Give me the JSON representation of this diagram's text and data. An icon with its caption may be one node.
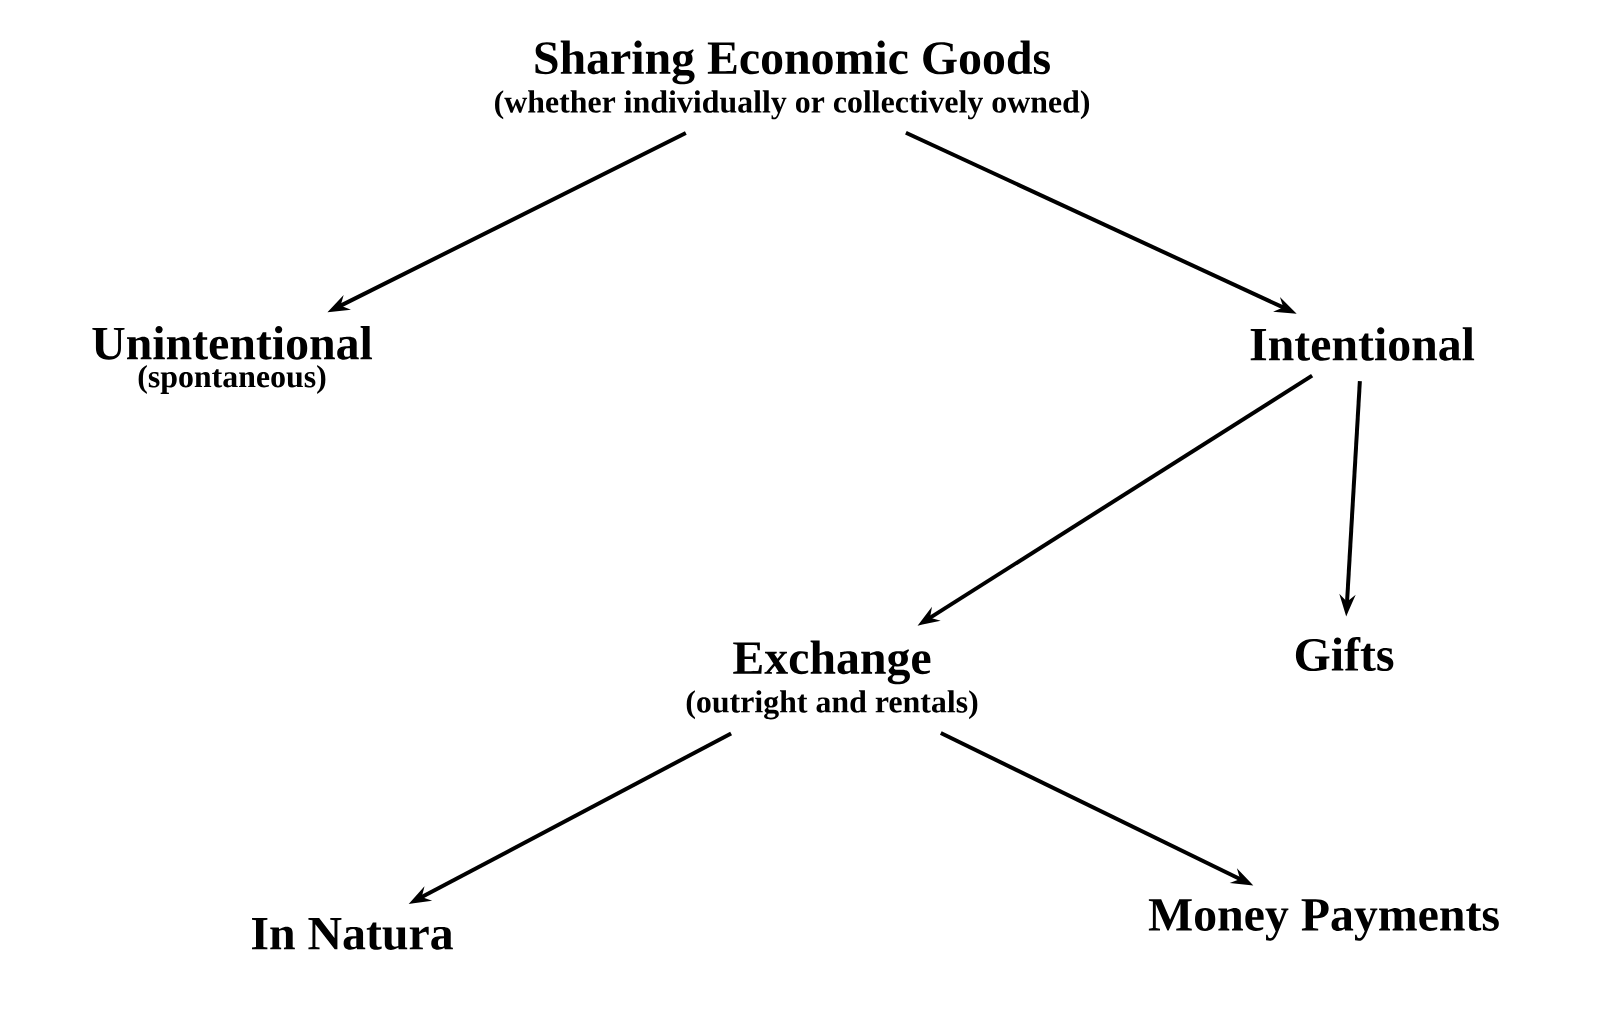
{
  "diagram": {
    "nodes": [
      {
        "text": [
          "Sharing Economic Goods",
          "(whether individually or collectively owned)"
        ]
      },
      {
        "text": [
          "Unintentional",
          "(spontaneous)"
        ]
      },
      {
        "text": [
          "Intentional"
        ]
      },
      {
        "text": [
          "Exchange",
          "(outright and rentals)"
        ]
      },
      {
        "text": [
          "Gifts"
        ]
      },
      {
        "text": [
          "In Natura"
        ]
      },
      {
        "text": [
          "Money Payments"
        ]
      }
    ],
    "edges": [
      {
        "from": 0,
        "to": 1,
        "arrow": "to"
      },
      {
        "from": 0,
        "to": 2,
        "arrow": "to"
      },
      {
        "from": 2,
        "to": 3,
        "arrow": "to"
      },
      {
        "from": 2,
        "to": 4,
        "arrow": "to"
      },
      {
        "from": 3,
        "to": 5,
        "arrow": "to"
      },
      {
        "from": 3,
        "to": 6,
        "arrow": "to"
      }
    ]
  }
}
